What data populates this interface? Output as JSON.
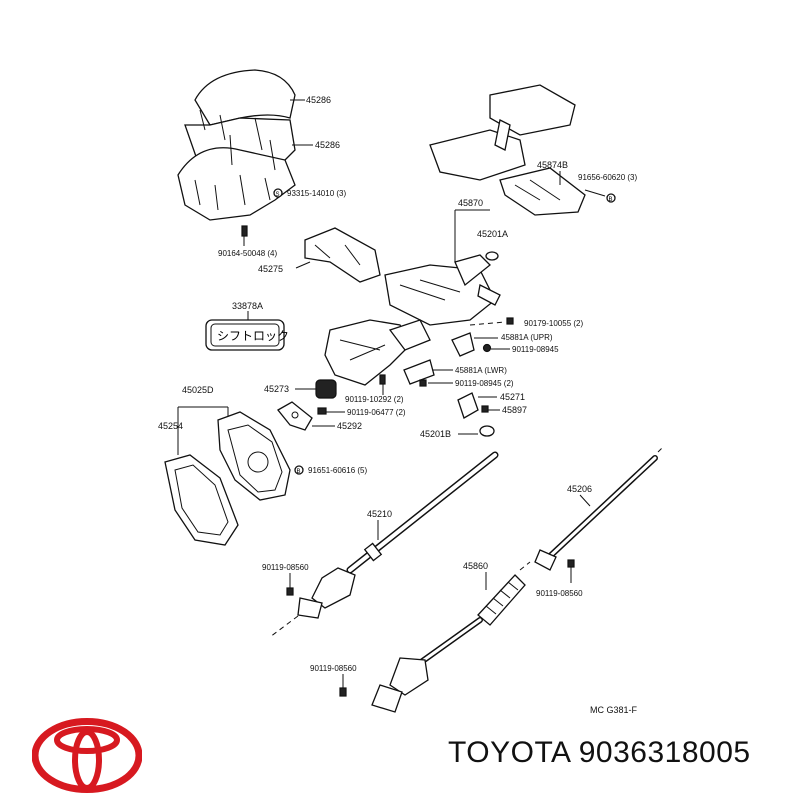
{
  "labels": {
    "l45286a": "45286",
    "l45286b": "45286",
    "l93315": "93315-14010 (3)",
    "l90164": "90164-50048 (4)",
    "l45275": "45275",
    "l33878A": "33878A",
    "lKatakana": "シフトロック",
    "l45025D": "45025D",
    "l45254": "45254",
    "l45273": "45273",
    "l90119_06477": "90119-06477 (2)",
    "l45292": "45292",
    "l91651": "91651-60616 (5)",
    "l45874B": "45874B",
    "l91656": "91656-60620 (3)",
    "l45870": "45870",
    "l45201A": "45201A",
    "l90179": "90179-10055 (2)",
    "l45881A_upr": "45881A (UPR)",
    "l90119_08945a": "90119-08945",
    "l45881A_lwr": "45881A (LWR)",
    "l90119_10292": "90119-10292 (2)",
    "l90119_08945b": "90119-08945 (2)",
    "l45271": "45271",
    "l45897": "45897",
    "l45201B": "45201B",
    "l45210": "45210",
    "l45206": "45206",
    "l90119_08560a": "90119-08560",
    "l45860": "45860",
    "l90119_08560b": "90119-08560",
    "l90119_08560c": "90119-08560",
    "ref": "MC  G381-F"
  },
  "brand": {
    "text": "TOYOTA 9036318005",
    "logo_color": "#d71920"
  },
  "icons": {
    "logo": "toyota-logo",
    "screw": "screw-icon",
    "bolt": "bolt-icon"
  }
}
